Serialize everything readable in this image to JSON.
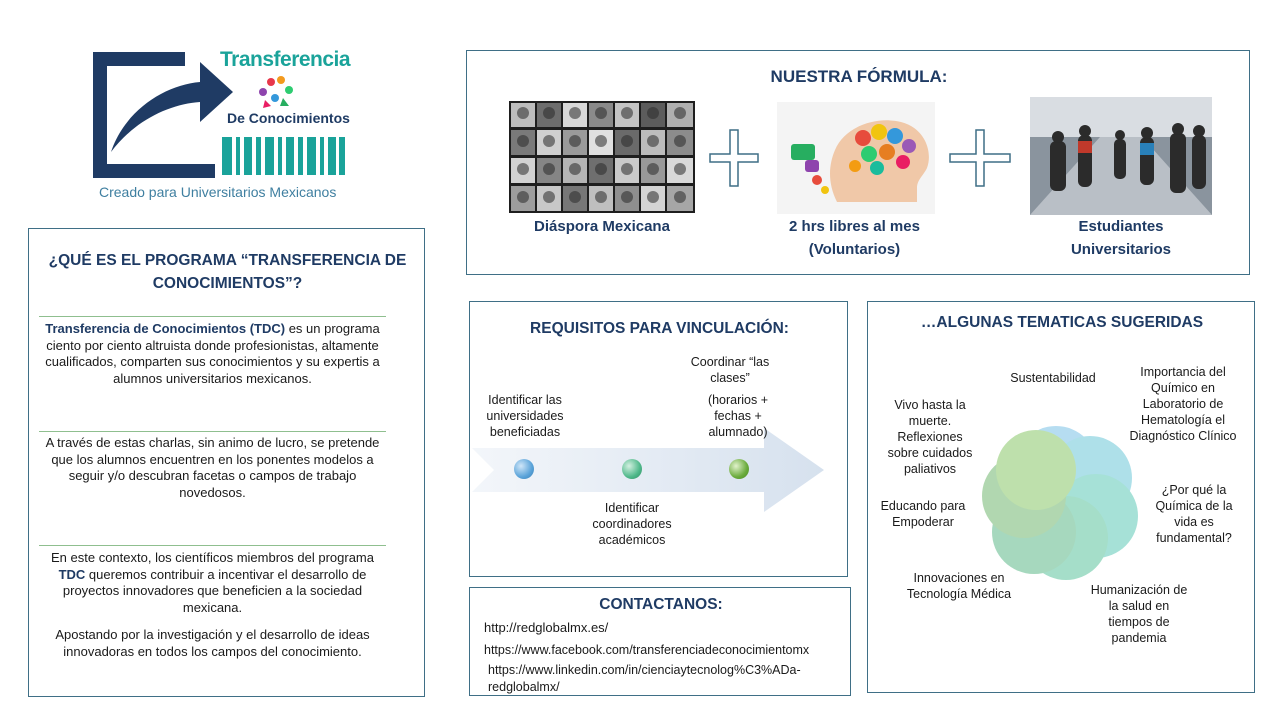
{
  "logo": {
    "word1": "Transferencia",
    "word2": "De Conocimientos",
    "tagline": "Creado para Universitarios Mexicanos"
  },
  "about": {
    "title": "¿QUÉ ES EL PROGRAMA “TRANSFERENCIA DE CONOCIMIENTOS”?",
    "p1_bold": "Transferencia de Conocimientos (TDC)",
    "p1_rest": " es un programa ciento por ciento altruista donde profesionistas, altamente cualificados, comparten sus conocimientos y su expertis a alumnos universitarios  mexicanos.",
    "p2": "A través de estas charlas, sin animo de lucro, se pretende que los alumnos encuentren en los ponentes modelos  a seguir y/o descubran facetas o campos de trabajo novedosos.",
    "p3_a": "En este contexto, los científicos miembros del programa ",
    "p3_bold": "TDC",
    "p3_b": "  queremos  contribuir a incentivar el desarrollo de proyectos innovadores que beneficien a la sociedad mexicana.",
    "p4": "Apostando por la investigación y el desarrollo de ideas innovadoras en todos los campos del conocimiento."
  },
  "formula": {
    "title": "NUESTRA FÓRMULA:",
    "items": [
      {
        "caption_l1": "Diáspora Mexicana",
        "caption_l2": ""
      },
      {
        "caption_l1": "2 hrs libres al mes",
        "caption_l2": "(Voluntarios)"
      },
      {
        "caption_l1": "Estudiantes",
        "caption_l2": "Universitarios"
      }
    ]
  },
  "requirements": {
    "title": "REQUISITOS PARA VINCULACIÓN:",
    "step1": "Identificar las universidades beneficiadas",
    "step2": "Identificar coordinadores académicos",
    "step3a": "Coordinar “las clases”",
    "step3b": "(horarios + fechas + alumnado)",
    "dot_colors": [
      "#5aa3d9",
      "#4fb88a",
      "#6aab3c"
    ]
  },
  "contact": {
    "title": "CONTACTANOS:",
    "links": [
      "http://redglobalmx.es/",
      "https://www.facebook.com/transferenciadeconocimientomx",
      "https://www.linkedin.com/in/cienciaytecnolog%C3%ADa-",
      "redglobalmx/"
    ]
  },
  "topics": {
    "title": "…ALGUNAS TEMATICAS SUGERIDAS",
    "items": {
      "t1": "Sustentabilidad",
      "t2": "Importancia del Químico en Laboratorio de Hematología el Diagnóstico Clínico",
      "t3": "¿Por qué la Química de la vida es fundamental?",
      "t4": "Humanización de la salud en tiempos de pandemia",
      "t5": "Innovaciones en Tecnología Médica",
      "t6": "Educando para Empoderar",
      "t7": "Vivo hasta la muerte. Reflexiones sobre cuidados paliativos"
    }
  },
  "colors": {
    "heading": "#1f3b64",
    "border": "#3f6f86",
    "logo_teal": "#1aa39a",
    "logo_navy": "#1f3b64"
  }
}
